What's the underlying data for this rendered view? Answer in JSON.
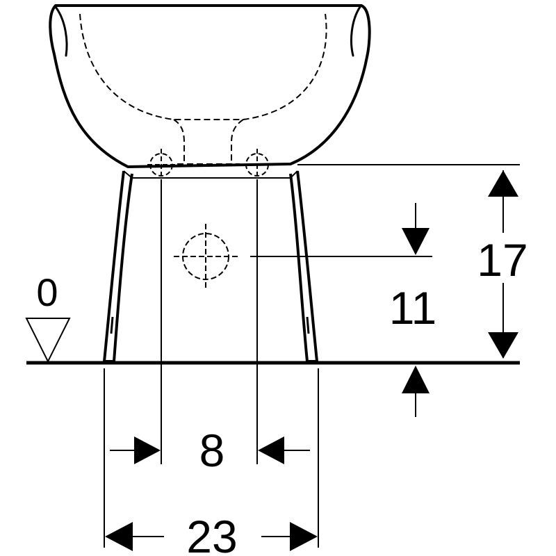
{
  "floor_level_label": "0",
  "dimensions": {
    "connection_height": "17",
    "waste_center_height": "11",
    "fixing_hole_spacing": "8",
    "base_width": "23"
  },
  "colors": {
    "line": "#000000",
    "background": "#ffffff"
  }
}
